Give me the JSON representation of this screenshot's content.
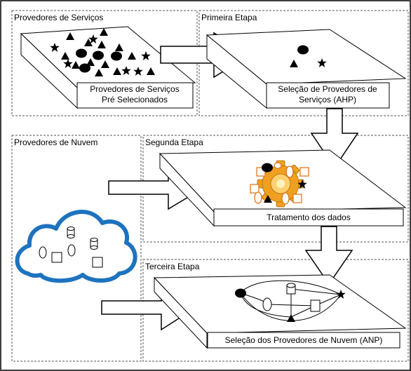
{
  "panels": {
    "service_providers": "Provedores de Serviços",
    "first_stage": "Primeira Etapa",
    "cloud_providers": "Provedores de Nuvem",
    "second_stage": "Segunda Etapa",
    "third_stage": "Terceira Etapa"
  },
  "boxes": {
    "preselected_line1": "Provedores de Serviços",
    "preselected_line2": "Pré Selecionados",
    "ahp_line1": "Seleção de Provedores de",
    "ahp_line2": "Serviços (AHP)",
    "data_processing": "Tratamento dos dados",
    "anp": "Seleção dos Provedores de Nuvem (ANP)"
  },
  "colors": {
    "cloud_outline": "#1e73be",
    "gear_orange": "#f0a020",
    "gear_light": "#ffd070",
    "shape_orange": "#e07820"
  },
  "icons": [
    "star-icon",
    "triangle-icon",
    "octagon-icon",
    "cylinder-icon",
    "ellipse-icon",
    "square-icon",
    "cloud-icon",
    "gear-icon"
  ]
}
